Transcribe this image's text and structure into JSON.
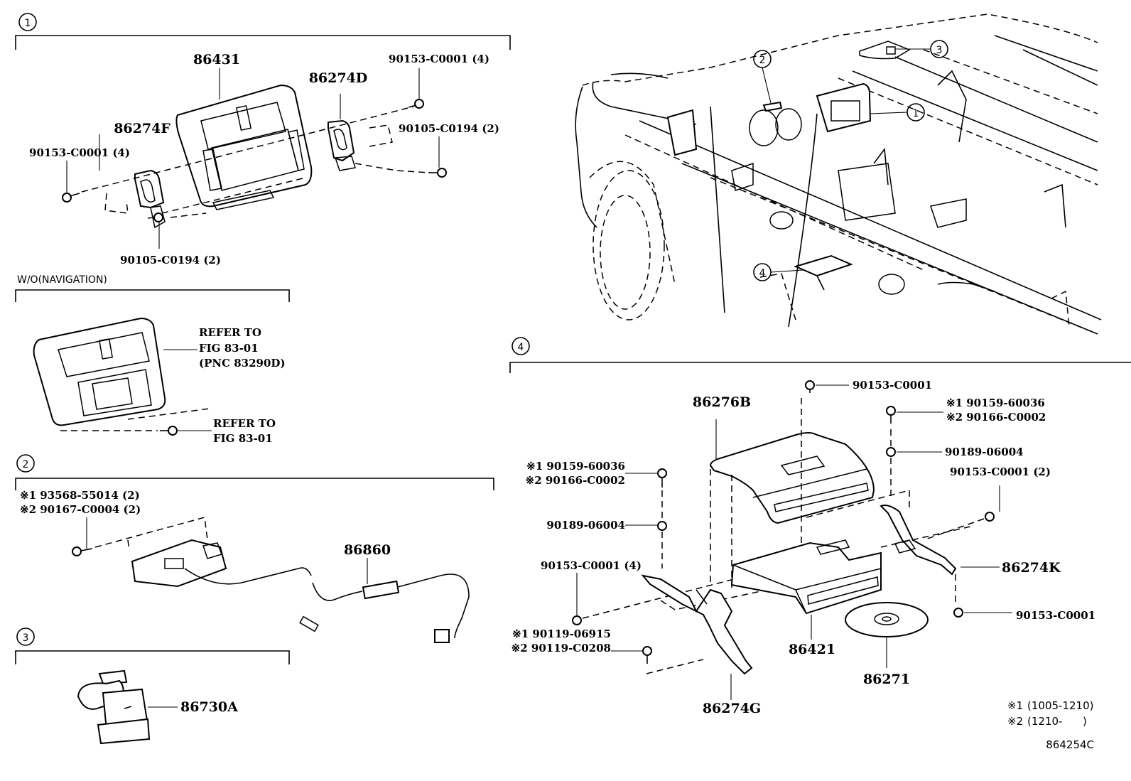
{
  "figure": {
    "id": "864254C",
    "footnotes": [
      {
        "mark": "※1",
        "range": "(1005-1210)"
      },
      {
        "mark": "※2",
        "range": "(1210-      )"
      }
    ]
  },
  "sections": {
    "s1": {
      "number": "1",
      "parts": {
        "unit": "86431",
        "bracket_right": "86274D",
        "bracket_left": "86274F",
        "screw_right_top": "90153-C0001 (4)",
        "screw_right_mid": "90105-C0194 (2)",
        "screw_left": "90153-C0001 (4)",
        "screw_bottom": "90105-C0194 (2)"
      }
    },
    "wo_nav": {
      "title": "W/O(NAVIGATION)",
      "ref1": [
        "REFER TO",
        "FIG 83-01",
        "(PNC 83290D)"
      ],
      "ref2": [
        "REFER TO",
        "FIG 83-01"
      ]
    },
    "s2": {
      "number": "2",
      "screw_line1": "※1 93568-55014 (2)",
      "screw_line2": "※2 90167-C0004 (2)",
      "antenna": "86860"
    },
    "s3": {
      "number": "3",
      "part": "86730A"
    },
    "s4": {
      "number": "4",
      "parts": {
        "cover": "86276B",
        "bolt_top": "90153-C0001",
        "screw_right_1": "※1 90159-60036",
        "screw_right_2": "※2 90166-C0002",
        "nut_right": "90189-06004",
        "bolt_right": "90153-C0001 (2)",
        "bracket_right": "86274K",
        "bolt_right_bottom": "90153-C0001",
        "screw_left_1": "※1 90159-60036",
        "screw_left_2": "※2 90166-C0002",
        "nut_left": "90189-06004",
        "bolt_left": "90153-C0001 (4)",
        "screw_lower_1": "※1 90119-06915",
        "screw_lower_2": "※2 90119-C0208",
        "bracket_left": "86274G",
        "navi_unit": "86421",
        "disc": "86271"
      }
    },
    "vehicle_view": {
      "callouts": [
        "1",
        "2",
        "3",
        "4"
      ]
    }
  }
}
